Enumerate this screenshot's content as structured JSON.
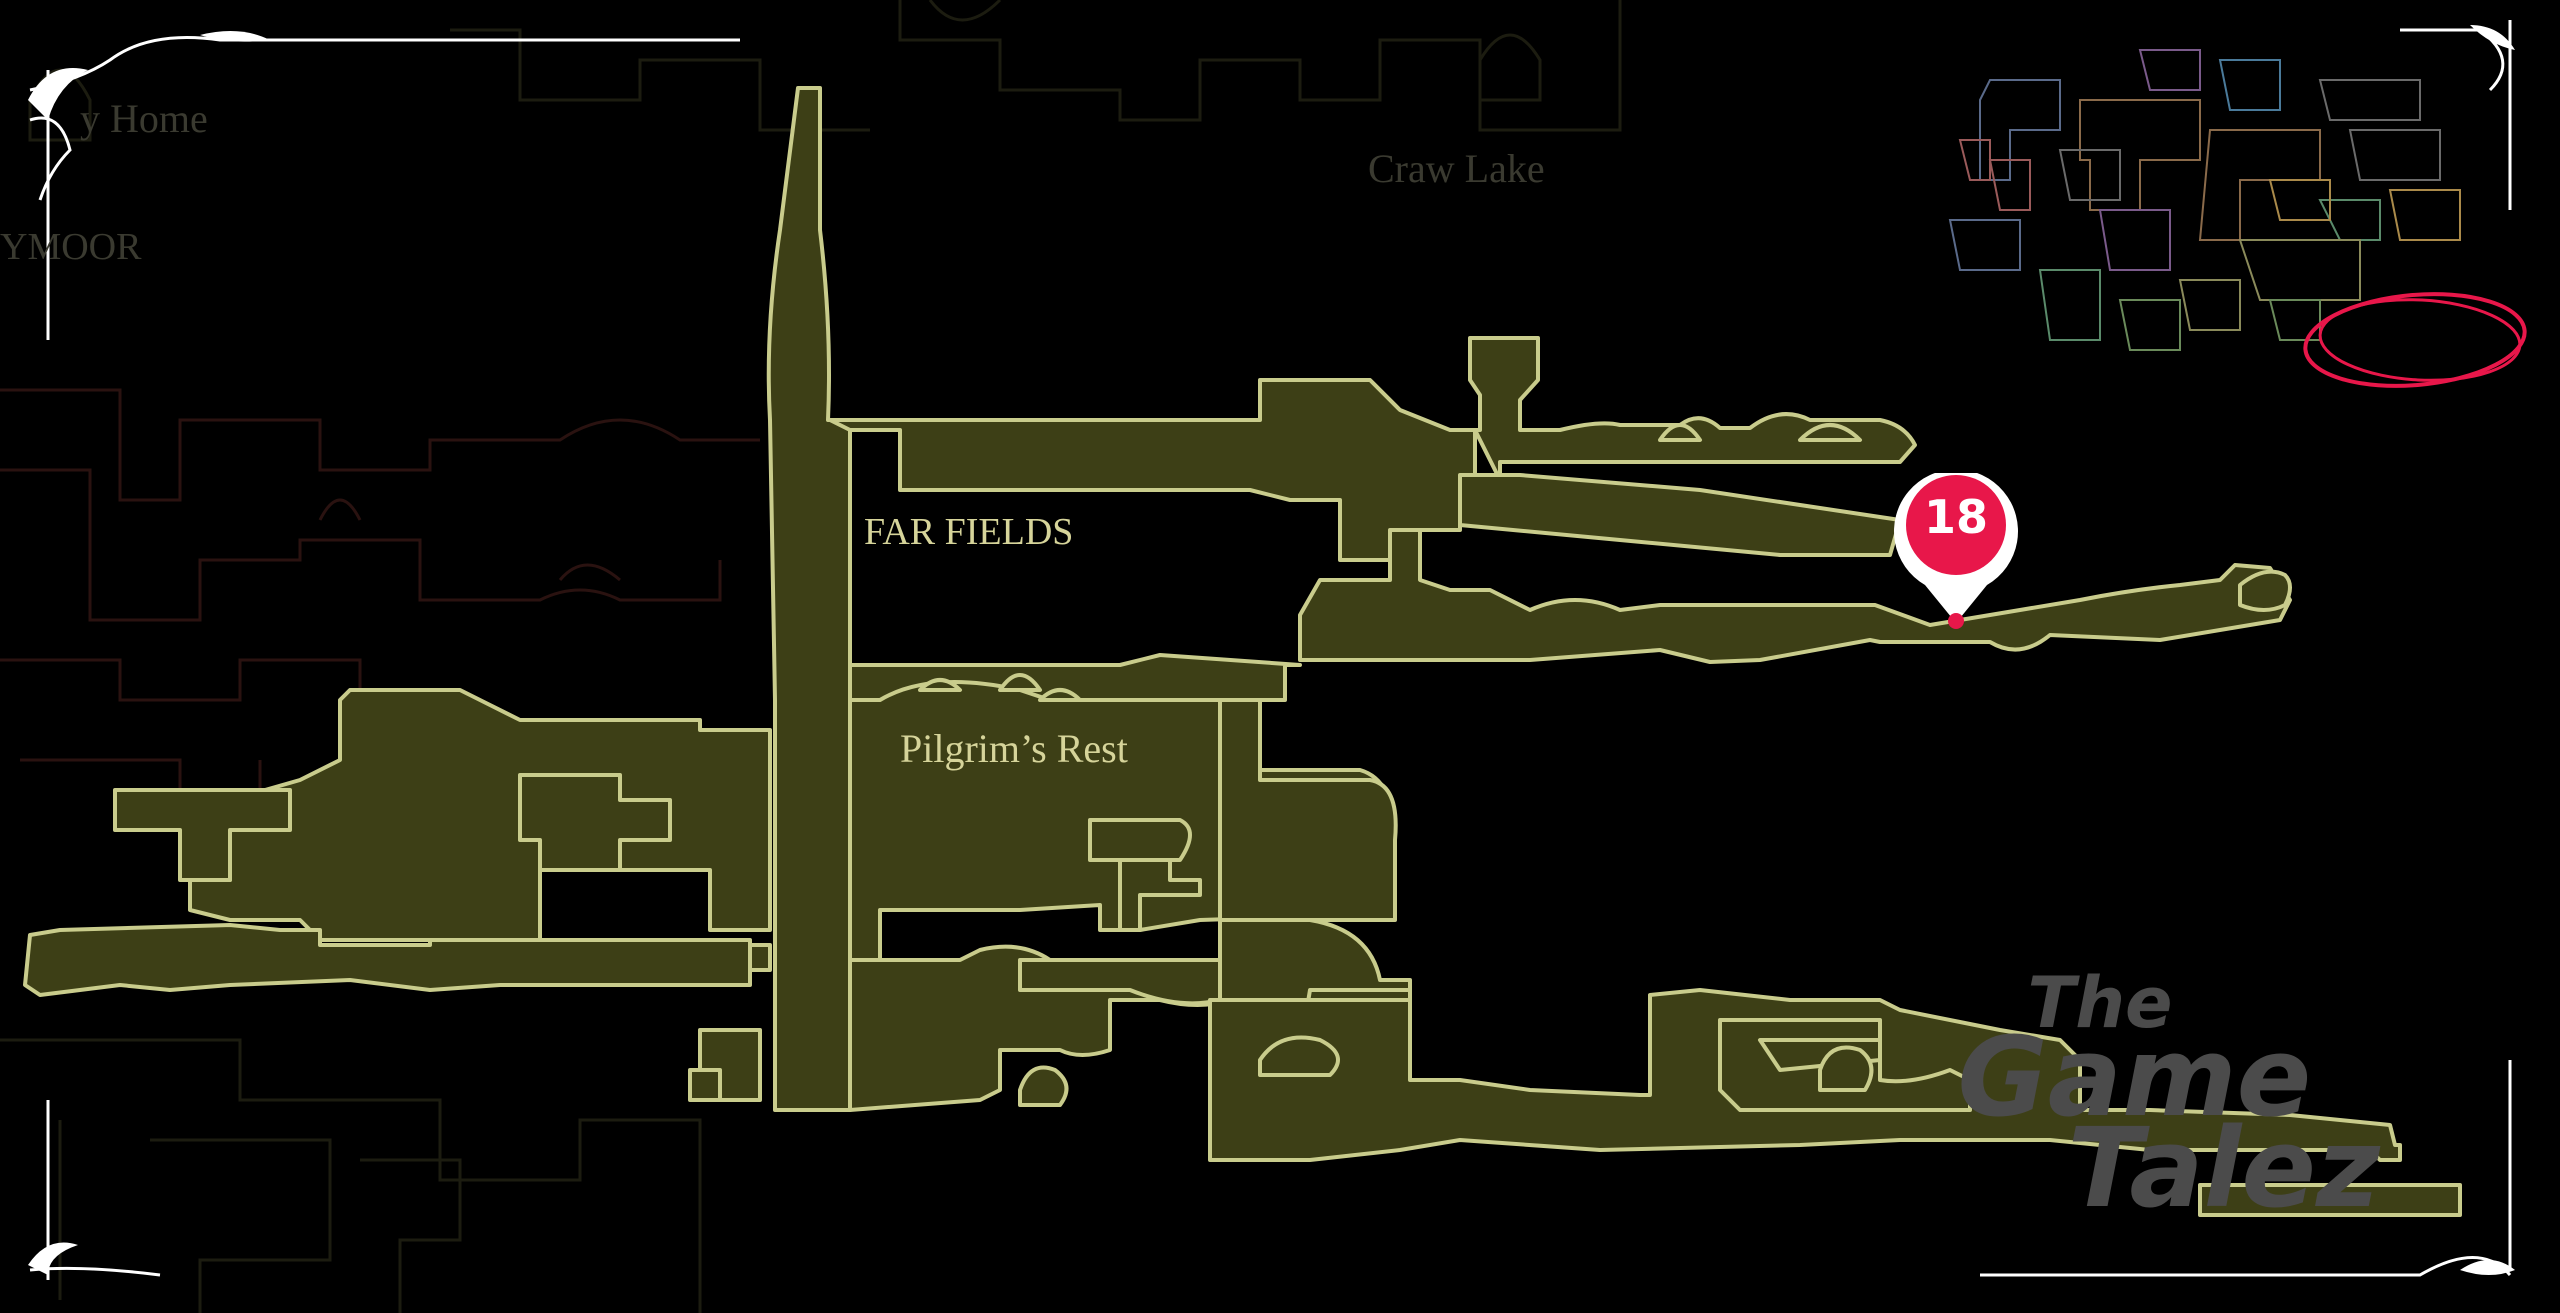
{
  "areas": {
    "far_fields": "FAR FIELDS",
    "pilgrims_rest": "Pilgrim’s Rest",
    "craw_lake": "Craw Lake",
    "bellhome_partial": "y Home",
    "moor_partial": "YMOOR"
  },
  "marker": {
    "number": "18",
    "color": "#e8174a"
  },
  "watermark": {
    "line1": "The",
    "line2": "Game",
    "line3": "Talez"
  },
  "minimap": {
    "highlight_color": "#e8174a"
  },
  "colors": {
    "room_fill": "#3d3f16",
    "room_outline": "#c9cc8c",
    "background": "#000000"
  }
}
